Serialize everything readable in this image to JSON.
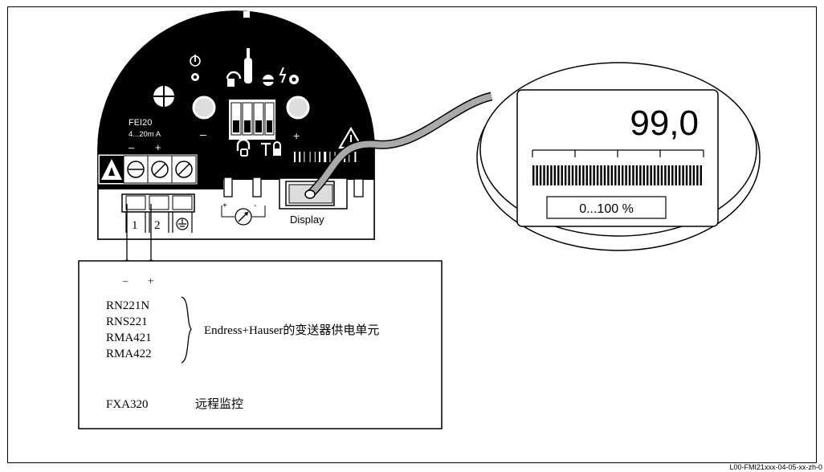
{
  "device": {
    "model": "FEI20",
    "current_range": "4...20m  A",
    "neg_sign": "–",
    "pos_sign": "+",
    "minus_key": "–",
    "plus_key": "+",
    "terminals": [
      "1",
      "2"
    ],
    "meter_plus": "+",
    "meter_minus": "-",
    "display_port_label": "Display"
  },
  "display": {
    "reading": "99,0",
    "scale": "0...100 %"
  },
  "power_box": {
    "neg": "–",
    "pos": "+",
    "units": [
      "RN221N",
      "RNS221",
      "RMA421",
      "RMA422"
    ],
    "units_description": "Endress+Hauser的变送器供电单元",
    "monitor_model": "FXA320",
    "monitor_description": "远程监控"
  },
  "caption": "L00-FMI21xxx-04-05-xx-zh-0"
}
